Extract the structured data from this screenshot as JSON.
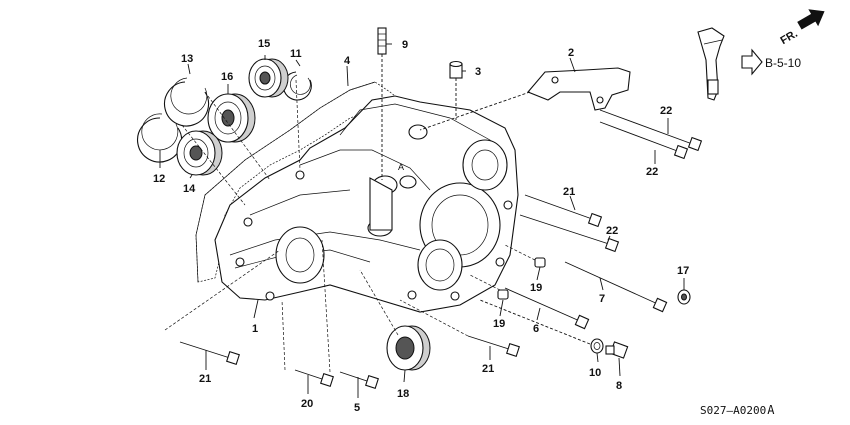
{
  "diagram": {
    "part_code": "S027–A0200",
    "part_code_suffix": "A",
    "reference_label": "B-5-10",
    "direction_label": "FR.",
    "callouts": [
      {
        "id": "1",
        "label": "1"
      },
      {
        "id": "2",
        "label": "2"
      },
      {
        "id": "3",
        "label": "3"
      },
      {
        "id": "4",
        "label": "4"
      },
      {
        "id": "5",
        "label": "5"
      },
      {
        "id": "6",
        "label": "6"
      },
      {
        "id": "7",
        "label": "7"
      },
      {
        "id": "8",
        "label": "8"
      },
      {
        "id": "9",
        "label": "9"
      },
      {
        "id": "10",
        "label": "10"
      },
      {
        "id": "11",
        "label": "11"
      },
      {
        "id": "12",
        "label": "12"
      },
      {
        "id": "13",
        "label": "13"
      },
      {
        "id": "14",
        "label": "14"
      },
      {
        "id": "15",
        "label": "15"
      },
      {
        "id": "16",
        "label": "16"
      },
      {
        "id": "17",
        "label": "17"
      },
      {
        "id": "18",
        "label": "18"
      },
      {
        "id": "19a",
        "label": "19"
      },
      {
        "id": "19b",
        "label": "19"
      },
      {
        "id": "20",
        "label": "20"
      },
      {
        "id": "21a",
        "label": "21"
      },
      {
        "id": "21b",
        "label": "21"
      },
      {
        "id": "21c",
        "label": "21"
      },
      {
        "id": "22a",
        "label": "22"
      },
      {
        "id": "22b",
        "label": "22"
      },
      {
        "id": "22c",
        "label": "22"
      }
    ]
  }
}
